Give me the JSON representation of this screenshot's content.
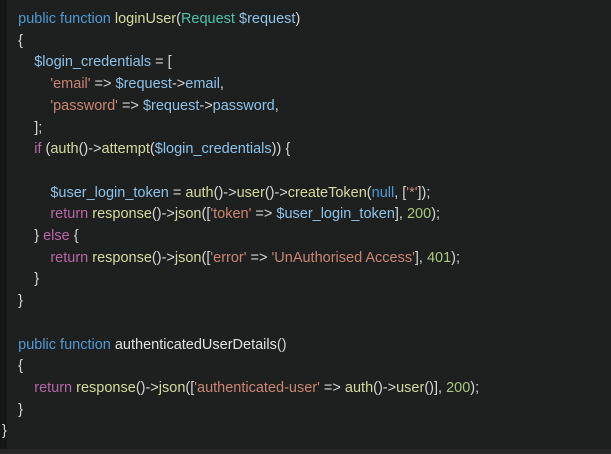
{
  "theme": {
    "name": "dark-code-theme",
    "background": "#1e1f1f",
    "left_strip": "#161616",
    "bottom_strip": "#272727",
    "colors": {
      "kw": "#4f9bd5",
      "ctl": "#b868a8",
      "fn": "#d6db9e",
      "var": "#8cc3ea",
      "cls": "#4fc4ab",
      "str": "#cb8672",
      "num": "#a9c97f",
      "pun": "#d6d6d6",
      "plain": "#e2e2e2"
    }
  },
  "code": {
    "lines": [
      {
        "tokens": [
          {
            "t": "    ",
            "c": "pun"
          },
          {
            "t": "public function ",
            "c": "kw"
          },
          {
            "t": "loginUser",
            "c": "fn"
          },
          {
            "t": "(",
            "c": "pun"
          },
          {
            "t": "Request",
            "c": "cls"
          },
          {
            "t": " ",
            "c": "pun"
          },
          {
            "t": "$request",
            "c": "var"
          },
          {
            "t": ")",
            "c": "pun"
          }
        ]
      },
      {
        "tokens": [
          {
            "t": "    {",
            "c": "pun"
          }
        ]
      },
      {
        "tokens": [
          {
            "t": "        ",
            "c": "pun"
          },
          {
            "t": "$login_credentials",
            "c": "var"
          },
          {
            "t": " = [",
            "c": "pun"
          }
        ]
      },
      {
        "tokens": [
          {
            "t": "            ",
            "c": "pun"
          },
          {
            "t": "'email'",
            "c": "str"
          },
          {
            "t": " => ",
            "c": "pun"
          },
          {
            "t": "$request",
            "c": "var"
          },
          {
            "t": "->",
            "c": "pun"
          },
          {
            "t": "email",
            "c": "var"
          },
          {
            "t": ",",
            "c": "pun"
          }
        ]
      },
      {
        "tokens": [
          {
            "t": "            ",
            "c": "pun"
          },
          {
            "t": "'password'",
            "c": "str"
          },
          {
            "t": " => ",
            "c": "pun"
          },
          {
            "t": "$request",
            "c": "var"
          },
          {
            "t": "->",
            "c": "pun"
          },
          {
            "t": "password",
            "c": "var"
          },
          {
            "t": ",",
            "c": "pun"
          }
        ]
      },
      {
        "tokens": [
          {
            "t": "        ];",
            "c": "pun"
          }
        ]
      },
      {
        "tokens": [
          {
            "t": "        ",
            "c": "pun"
          },
          {
            "t": "if",
            "c": "ctl"
          },
          {
            "t": " (",
            "c": "pun"
          },
          {
            "t": "auth",
            "c": "fn"
          },
          {
            "t": "()->",
            "c": "pun"
          },
          {
            "t": "attempt",
            "c": "fn"
          },
          {
            "t": "(",
            "c": "pun"
          },
          {
            "t": "$login_credentials",
            "c": "var"
          },
          {
            "t": ")) {",
            "c": "pun"
          }
        ]
      },
      {
        "tokens": []
      },
      {
        "tokens": [
          {
            "t": "            ",
            "c": "pun"
          },
          {
            "t": "$user_login_token",
            "c": "var"
          },
          {
            "t": " = ",
            "c": "pun"
          },
          {
            "t": "auth",
            "c": "fn"
          },
          {
            "t": "()->",
            "c": "pun"
          },
          {
            "t": "user",
            "c": "fn"
          },
          {
            "t": "()->",
            "c": "pun"
          },
          {
            "t": "createToken",
            "c": "fn"
          },
          {
            "t": "(",
            "c": "pun"
          },
          {
            "t": "null",
            "c": "kw"
          },
          {
            "t": ", [",
            "c": "pun"
          },
          {
            "t": "'*'",
            "c": "str"
          },
          {
            "t": "]);",
            "c": "pun"
          }
        ]
      },
      {
        "tokens": [
          {
            "t": "            ",
            "c": "pun"
          },
          {
            "t": "return",
            "c": "ctl"
          },
          {
            "t": " ",
            "c": "pun"
          },
          {
            "t": "response",
            "c": "fn"
          },
          {
            "t": "()->",
            "c": "pun"
          },
          {
            "t": "json",
            "c": "fn"
          },
          {
            "t": "([",
            "c": "pun"
          },
          {
            "t": "'token'",
            "c": "str"
          },
          {
            "t": " => ",
            "c": "pun"
          },
          {
            "t": "$user_login_token",
            "c": "var"
          },
          {
            "t": "], ",
            "c": "pun"
          },
          {
            "t": "200",
            "c": "num"
          },
          {
            "t": ");",
            "c": "pun"
          }
        ]
      },
      {
        "tokens": [
          {
            "t": "        } ",
            "c": "pun"
          },
          {
            "t": "else",
            "c": "ctl"
          },
          {
            "t": " {",
            "c": "pun"
          }
        ]
      },
      {
        "tokens": [
          {
            "t": "            ",
            "c": "pun"
          },
          {
            "t": "return",
            "c": "ctl"
          },
          {
            "t": " ",
            "c": "pun"
          },
          {
            "t": "response",
            "c": "fn"
          },
          {
            "t": "()->",
            "c": "pun"
          },
          {
            "t": "json",
            "c": "fn"
          },
          {
            "t": "([",
            "c": "pun"
          },
          {
            "t": "'error'",
            "c": "str"
          },
          {
            "t": " => ",
            "c": "pun"
          },
          {
            "t": "'UnAuthorised Access'",
            "c": "str"
          },
          {
            "t": "], ",
            "c": "pun"
          },
          {
            "t": "401",
            "c": "num"
          },
          {
            "t": ");",
            "c": "pun"
          }
        ]
      },
      {
        "tokens": [
          {
            "t": "        }",
            "c": "pun"
          }
        ]
      },
      {
        "tokens": [
          {
            "t": "    }",
            "c": "pun"
          }
        ]
      },
      {
        "tokens": []
      },
      {
        "tokens": [
          {
            "t": "    ",
            "c": "pun"
          },
          {
            "t": "public function ",
            "c": "kw"
          },
          {
            "t": "authenticatedUserDetails",
            "c": "plain"
          },
          {
            "t": "()",
            "c": "pun"
          }
        ]
      },
      {
        "tokens": [
          {
            "t": "    {",
            "c": "pun"
          }
        ]
      },
      {
        "tokens": [
          {
            "t": "        ",
            "c": "pun"
          },
          {
            "t": "return",
            "c": "ctl"
          },
          {
            "t": " ",
            "c": "pun"
          },
          {
            "t": "response",
            "c": "fn"
          },
          {
            "t": "()->",
            "c": "pun"
          },
          {
            "t": "json",
            "c": "fn"
          },
          {
            "t": "([",
            "c": "pun"
          },
          {
            "t": "'authenticated-user'",
            "c": "str"
          },
          {
            "t": " => ",
            "c": "pun"
          },
          {
            "t": "auth",
            "c": "fn"
          },
          {
            "t": "()->",
            "c": "pun"
          },
          {
            "t": "user",
            "c": "fn"
          },
          {
            "t": "()], ",
            "c": "pun"
          },
          {
            "t": "200",
            "c": "num"
          },
          {
            "t": ");",
            "c": "pun"
          }
        ]
      },
      {
        "tokens": [
          {
            "t": "    }",
            "c": "pun"
          }
        ]
      },
      {
        "tokens": [
          {
            "t": "}",
            "c": "pun"
          }
        ]
      }
    ]
  }
}
